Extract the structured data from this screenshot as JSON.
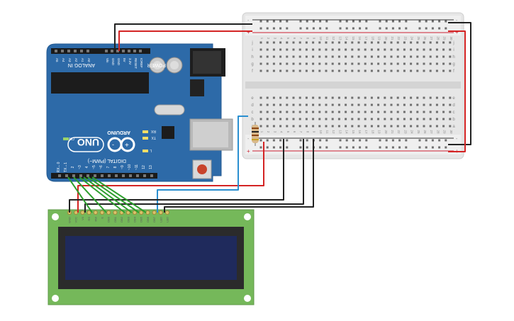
{
  "arduino": {
    "brand": "ARDUINO",
    "model": "UNO",
    "power_header": "POWER",
    "analog_header": "ANALOG IN",
    "digital_header": "DIGITAL (PWM~)",
    "on_label": "ON",
    "tx_label": "TX",
    "rx_label": "RX",
    "l_label": "L",
    "aref": "AREF",
    "gnd": "GND",
    "power_pins": [
      "IOREF",
      "RESET",
      "3.3V",
      "5V",
      "GND",
      "GND",
      "Vin"
    ],
    "analog_pins": [
      "A0",
      "A1",
      "A2",
      "A3",
      "A4",
      "A5"
    ],
    "digital_pins": [
      "13",
      "12",
      "~11",
      "~10",
      "~9",
      "8",
      "7",
      "~6",
      "~5",
      "4",
      "~3",
      "2",
      "TX→1",
      "RX←0"
    ]
  },
  "breadboard": {
    "row_letters_top": [
      "j",
      "i",
      "h",
      "g",
      "f"
    ],
    "row_letters_bottom": [
      "e",
      "d",
      "c",
      "b",
      "a"
    ],
    "columns": [
      "1",
      "2",
      "3",
      "4",
      "5",
      "6",
      "7",
      "8",
      "9",
      "10",
      "11",
      "12",
      "13",
      "14",
      "15",
      "16",
      "17",
      "18",
      "19",
      "20",
      "21",
      "22",
      "23",
      "24",
      "25",
      "26",
      "27",
      "28",
      "29",
      "30"
    ],
    "rail_plus": "+",
    "rail_minus": "-"
  },
  "lcd": {
    "pin_labels": [
      "GND",
      "VCC",
      "V0",
      "RS",
      "RW",
      "E",
      "DB0",
      "DB1",
      "DB2",
      "DB3",
      "DB4",
      "DB5",
      "DB6",
      "DB7",
      "LED",
      "LED"
    ]
  },
  "colors": {
    "board_blue": "#2d6aa8",
    "breadboard": "#e9e9e9",
    "lcd_pcb": "#75b85a",
    "lcd_screen": "#1f2a5c",
    "wire_black": "#222222",
    "wire_red": "#d42424",
    "wire_green": "#2e9e2e",
    "wire_blue": "#2a8fd0"
  }
}
